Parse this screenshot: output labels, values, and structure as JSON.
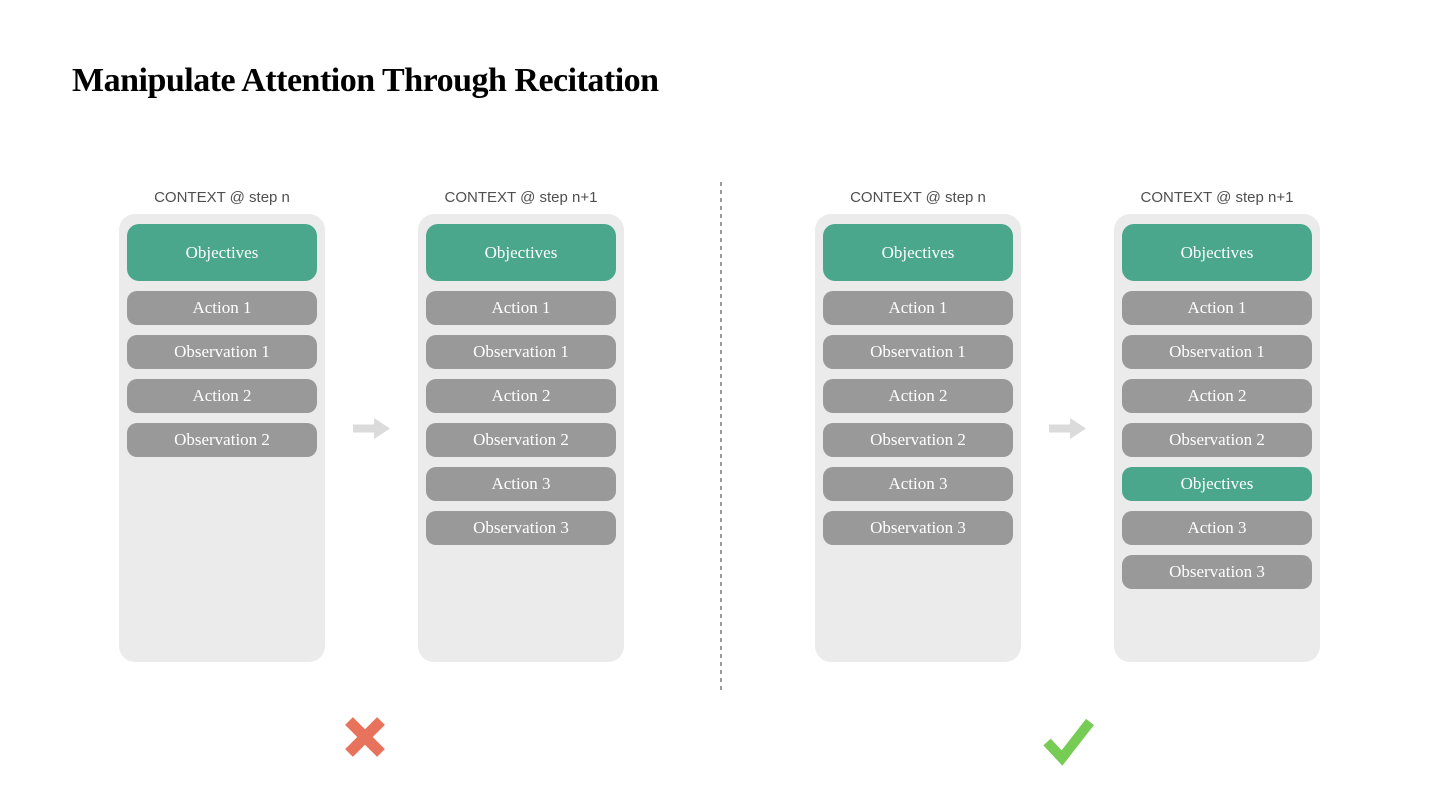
{
  "title": "Manipulate Attention Through Recitation",
  "colors": {
    "objectives_green": "#4BA78C",
    "step_gray": "#999999",
    "panel_background": "#EBEBEB",
    "label_text": "#4F4F4F",
    "block_text": "#FFFFFF",
    "arrow_gray": "#DBDBDB",
    "divider_gray": "#9C9C9C",
    "cross_red": "#E8735C",
    "check_green": "#77CC55",
    "title_text": "#000000"
  },
  "icons": {
    "transition": "arrow-right-icon",
    "wrong": "cross-icon",
    "correct": "check-icon"
  },
  "panels": [
    {
      "label": "CONTEXT @ step n",
      "blocks": [
        {
          "label": "Objectives",
          "kind": "objectives",
          "size": "tall"
        },
        {
          "label": "Action 1",
          "kind": "step",
          "size": "regular"
        },
        {
          "label": "Observation 1",
          "kind": "step",
          "size": "regular"
        },
        {
          "label": "Action 2",
          "kind": "step",
          "size": "regular"
        },
        {
          "label": "Observation 2",
          "kind": "step",
          "size": "regular"
        }
      ]
    },
    {
      "label": "CONTEXT @ step n+1",
      "blocks": [
        {
          "label": "Objectives",
          "kind": "objectives",
          "size": "tall"
        },
        {
          "label": "Action 1",
          "kind": "step",
          "size": "regular"
        },
        {
          "label": "Observation 1",
          "kind": "step",
          "size": "regular"
        },
        {
          "label": "Action 2",
          "kind": "step",
          "size": "regular"
        },
        {
          "label": "Observation 2",
          "kind": "step",
          "size": "regular"
        },
        {
          "label": "Action 3",
          "kind": "step",
          "size": "regular"
        },
        {
          "label": "Observation 3",
          "kind": "step",
          "size": "regular"
        }
      ]
    },
    {
      "label": "CONTEXT @ step n",
      "blocks": [
        {
          "label": "Objectives",
          "kind": "objectives",
          "size": "tall"
        },
        {
          "label": "Action 1",
          "kind": "step",
          "size": "regular"
        },
        {
          "label": "Observation 1",
          "kind": "step",
          "size": "regular"
        },
        {
          "label": "Action 2",
          "kind": "step",
          "size": "regular"
        },
        {
          "label": "Observation 2",
          "kind": "step",
          "size": "regular"
        },
        {
          "label": "Action 3",
          "kind": "step",
          "size": "regular"
        },
        {
          "label": "Observation 3",
          "kind": "step",
          "size": "regular"
        }
      ]
    },
    {
      "label": "CONTEXT @ step n+1",
      "blocks": [
        {
          "label": "Objectives",
          "kind": "objectives",
          "size": "tall"
        },
        {
          "label": "Action 1",
          "kind": "step",
          "size": "regular"
        },
        {
          "label": "Observation 1",
          "kind": "step",
          "size": "regular"
        },
        {
          "label": "Action 2",
          "kind": "step",
          "size": "regular"
        },
        {
          "label": "Observation 2",
          "kind": "step",
          "size": "regular"
        },
        {
          "label": "Objectives",
          "kind": "objectives",
          "size": "regular"
        },
        {
          "label": "Action 3",
          "kind": "step",
          "size": "regular"
        },
        {
          "label": "Observation 3",
          "kind": "step",
          "size": "regular"
        }
      ]
    }
  ]
}
